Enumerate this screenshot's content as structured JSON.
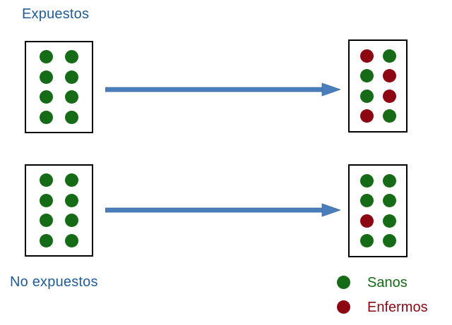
{
  "diagram": {
    "type": "cohort-study-schematic",
    "labels": {
      "exposed": "Expuestos",
      "unexposed": "No expuestos"
    },
    "colors": {
      "healthy_dot": "#166B16",
      "sick_dot": "#8C0712",
      "arrow": "#4A7EBB",
      "label_text": "#1F5C99",
      "box_border": "#000000",
      "background": "#FFFFFF"
    },
    "groups": [
      {
        "name": "exposed",
        "label": "Expuestos",
        "before": {
          "rows": 4,
          "cols": 2,
          "healthy_count": 8,
          "sick_count": 0,
          "dots": [
            [
              "healthy",
              "healthy"
            ],
            [
              "healthy",
              "healthy"
            ],
            [
              "healthy",
              "healthy"
            ],
            [
              "healthy",
              "healthy"
            ]
          ]
        },
        "after": {
          "rows": 4,
          "cols": 2,
          "healthy_count": 4,
          "sick_count": 4,
          "dots": [
            [
              "sick",
              "healthy"
            ],
            [
              "healthy",
              "sick"
            ],
            [
              "healthy",
              "sick"
            ],
            [
              "sick",
              "healthy"
            ]
          ]
        }
      },
      {
        "name": "unexposed",
        "label": "No expuestos",
        "before": {
          "rows": 4,
          "cols": 2,
          "healthy_count": 8,
          "sick_count": 0,
          "dots": [
            [
              "healthy",
              "healthy"
            ],
            [
              "healthy",
              "healthy"
            ],
            [
              "healthy",
              "healthy"
            ],
            [
              "healthy",
              "healthy"
            ]
          ]
        },
        "after": {
          "rows": 4,
          "cols": 2,
          "healthy_count": 7,
          "sick_count": 1,
          "dots": [
            [
              "healthy",
              "healthy"
            ],
            [
              "healthy",
              "healthy"
            ],
            [
              "sick",
              "healthy"
            ],
            [
              "healthy",
              "healthy"
            ]
          ]
        }
      }
    ],
    "arrows": [
      {
        "name": "exposed-follow-up-arrow",
        "direction": "right"
      },
      {
        "name": "unexposed-follow-up-arrow",
        "direction": "right"
      }
    ],
    "legend": {
      "items": [
        {
          "icon": "green-circle-icon",
          "label": "Sanos",
          "state": "healthy"
        },
        {
          "icon": "dark-red-circle-icon",
          "label": "Enfermos",
          "state": "sick"
        }
      ]
    }
  }
}
